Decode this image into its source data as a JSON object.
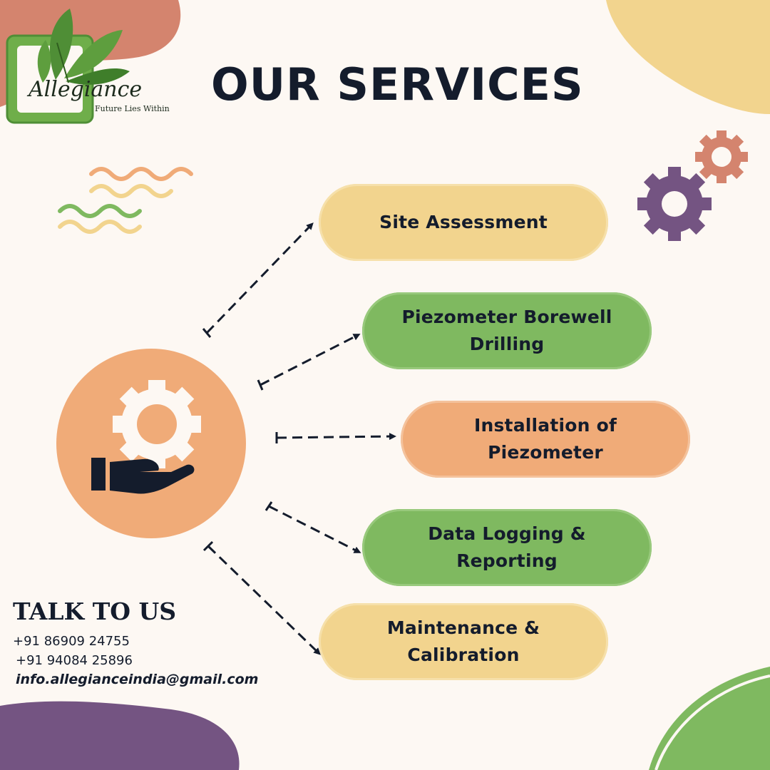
{
  "logo": {
    "brand": "Allegiance",
    "tagline": "Future Lies Within",
    "icon": "leaf-logo-icon"
  },
  "title": "OUR SERVICES",
  "services": [
    {
      "lines": [
        "Site Assessment"
      ],
      "color": "#f2d48e"
    },
    {
      "lines": [
        "Piezometer Borewell",
        "Drilling"
      ],
      "color": "#7fb960"
    },
    {
      "lines": [
        "Installation of",
        "Piezometer"
      ],
      "color": "#f0ab78"
    },
    {
      "lines": [
        "Data Logging &",
        "Reporting"
      ],
      "color": "#7fb960"
    },
    {
      "lines": [
        "Maintenance &",
        "Calibration"
      ],
      "color": "#f2d48e"
    }
  ],
  "hub_icon": "hand-holding-gear-icon",
  "contact": {
    "heading": "TALK TO US",
    "phone1": "+91 86909 24755",
    "phone2": "+91 94084 25896",
    "email": "info.allegianceindia@gmail.com"
  },
  "colors": {
    "navy": "#141c2c",
    "yellow": "#f2d48e",
    "green": "#7fb960",
    "orange": "#f0ab78",
    "purple": "#745482",
    "terracotta": "#d4846e"
  }
}
